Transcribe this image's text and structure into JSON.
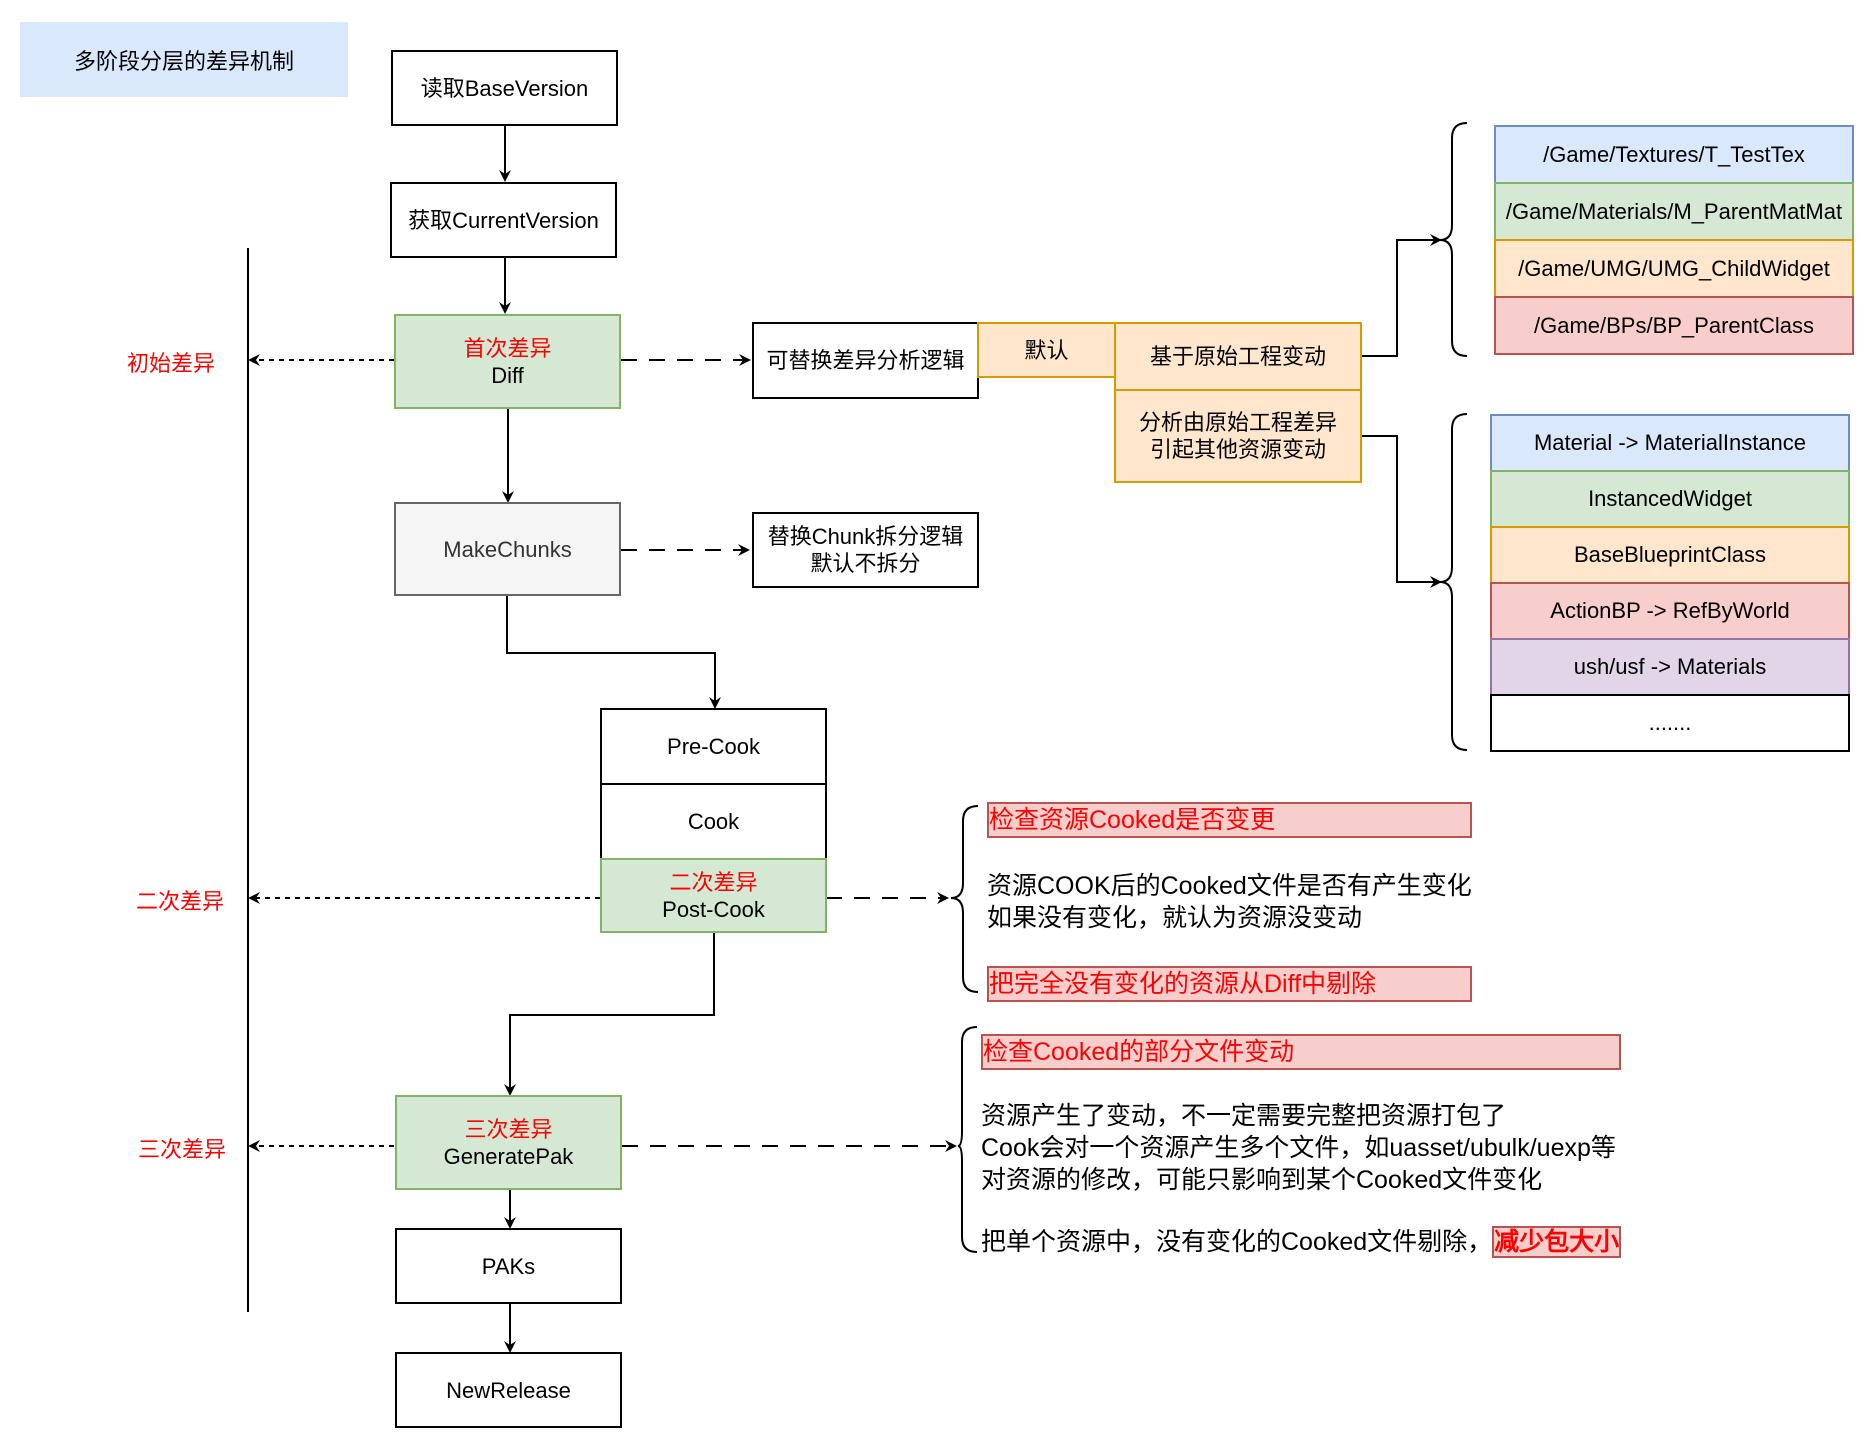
{
  "title": "多阶段分层的差异机制",
  "flow": {
    "read_base": "读取BaseVersion",
    "get_current": "获取CurrentVersion",
    "diff": {
      "tag": "首次差异",
      "label": "Diff"
    },
    "make_chunks": "MakeChunks",
    "pre_cook": "Pre-Cook",
    "cook": "Cook",
    "post_cook": {
      "tag": "二次差异",
      "label": "Post-Cook"
    },
    "generate_pak": {
      "tag": "三次差异",
      "label": "GeneratePak"
    },
    "paks": "PAKs",
    "new_release": "NewRelease"
  },
  "side_labels": {
    "first": "初始差异",
    "second": "二次差异",
    "third": "三次差异"
  },
  "diff_logic": {
    "replaceable": "可替换差异分析逻辑",
    "default": "默认",
    "option_1": "基于原始工程变动",
    "option_2_line1": "分析由原始工程差异",
    "option_2_line2": "引起其他资源变动"
  },
  "chunk_logic": {
    "line1": "替换Chunk拆分逻辑",
    "line2": "默认不拆分"
  },
  "asset_list_1": [
    {
      "label": "/Game/Textures/T_TestTex",
      "color": "blue"
    },
    {
      "label": "/Game/Materials/M_ParentMatMat",
      "color": "green"
    },
    {
      "label": "/Game/UMG/UMG_ChildWidget",
      "color": "orange"
    },
    {
      "label": "/Game/BPs/BP_ParentClass",
      "color": "red"
    }
  ],
  "asset_list_2": [
    {
      "label": "Material -> MaterialInstance",
      "color": "blue"
    },
    {
      "label": "InstancedWidget",
      "color": "green"
    },
    {
      "label": "BaseBlueprintClass",
      "color": "orange"
    },
    {
      "label": "ActionBP -> RefByWorld",
      "color": "red"
    },
    {
      "label": "ush/usf -> Materials",
      "color": "purple"
    },
    {
      "label": ".......",
      "color": "plain"
    }
  ],
  "note_post_cook": {
    "heading": "检查资源Cooked是否变更",
    "line1": "资源COOK后的Cooked文件是否有产生变化",
    "line2": "如果没有变化，就认为资源没变动",
    "conclusion": "把完全没有变化的资源从Diff中剔除"
  },
  "note_generate_pak": {
    "heading": "检查Cooked的部分文件变动",
    "line1": "资源产生了变动，不一定需要完整把资源打包了",
    "line2": "Cook会对一个资源产生多个文件，如uasset/ubulk/uexp等",
    "line3": "对资源的修改，可能只影响到某个Cooked文件变化",
    "conclusion_prefix": "把单个资源中，没有变化的Cooked文件剔除，",
    "conclusion_emphasis": "减少包大小"
  },
  "colors": {
    "accent_red": "#ff0000",
    "green_fill": "#d5e8d4",
    "green_stroke": "#82b366",
    "orange_fill": "#ffe6cc",
    "orange_stroke": "#d79b00",
    "blue_fill": "#dae8fc",
    "red_fill": "#f8cecc",
    "purple_fill": "#e1d5e7",
    "gray_fill": "#f5f5f5"
  }
}
